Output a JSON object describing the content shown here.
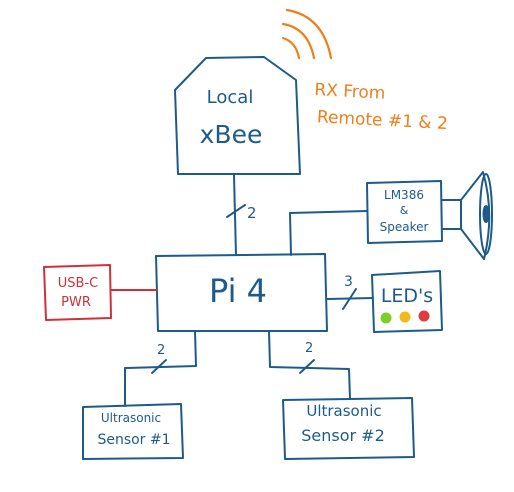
{
  "colors": {
    "ink": "#1d5b8a",
    "power": "#d0303a",
    "radio": "#ef7f1a",
    "led_green": "#7ccf29",
    "led_yellow": "#f2b91c",
    "led_red": "#e23b3b"
  },
  "nodes": {
    "xbee": {
      "line1": "Local",
      "line2": "xBee"
    },
    "rx_note": {
      "line1": "RX From",
      "line2": "Remote #1 & 2"
    },
    "speaker": {
      "line1": "LM386",
      "line2": "&",
      "line3": "Speaker"
    },
    "pi": {
      "label": "Pi 4"
    },
    "usbc": {
      "line1": "USB-C",
      "line2": "PWR"
    },
    "leds": {
      "label": "LED's"
    },
    "sensor1": {
      "line1": "Ultrasonic",
      "line2": "Sensor #1"
    },
    "sensor2": {
      "line1": "Ultrasonic",
      "line2": "Sensor #2"
    }
  },
  "bus_labels": {
    "xbee_pi": "2",
    "pi_leds": "3",
    "pi_sensor1": "2",
    "pi_sensor2": "2"
  },
  "icons": {
    "radio_waves": "wifi-signal-icon",
    "speaker": "loudspeaker-icon"
  }
}
